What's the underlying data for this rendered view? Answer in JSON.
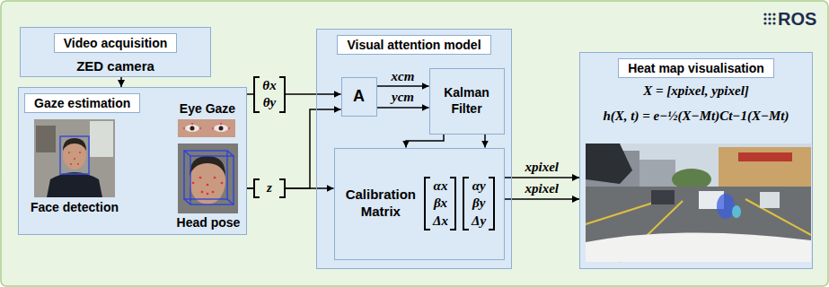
{
  "diagram": {
    "nodes": [
      {
        "text": [
          "Video acquisition",
          "ZED camera"
        ]
      },
      {
        "text": [
          "Gaze estimation"
        ]
      },
      {
        "text": [
          "Visual attention model"
        ]
      },
      {
        "text": [
          "A"
        ],
        "in": 2
      },
      {
        "text": [
          "Kalman Filter"
        ],
        "in": 2
      },
      {
        "text": [
          "Calibration Matrix",
          "αx βx Δx",
          "αy βy Δy"
        ],
        "in": 2
      },
      {
        "text": [
          "Heat map visualisation"
        ]
      }
    ],
    "edges": [
      {
        "from": 0,
        "to": 1,
        "arrow": "to"
      },
      {
        "from": 1,
        "to": 3,
        "arrow": "to",
        "label": "θx θy"
      },
      {
        "from": 1,
        "to": 5,
        "arrow": "to",
        "label": "z"
      },
      {
        "from": 1,
        "to": 3,
        "arrow": "to"
      },
      {
        "from": 3,
        "to": 4,
        "arrow": "to",
        "label": "xcm"
      },
      {
        "from": 3,
        "to": 4,
        "arrow": "to",
        "label": "ycm"
      },
      {
        "from": 4,
        "to": 5,
        "arrow": "to"
      },
      {
        "from": 4,
        "to": 5,
        "arrow": "to"
      },
      {
        "from": 5,
        "to": 6,
        "arrow": "to",
        "label": "xpixel"
      },
      {
        "from": 5,
        "to": 6,
        "arrow": "to",
        "label": "xpixel"
      }
    ],
    "labels": [
      "Eye Gaze",
      "Face detection",
      "Head pose",
      "X = [xpixel, ypixel]",
      "h(X, t) = e−½(X−Mt)Ct−1(X−Mt)",
      "ROS"
    ]
  }
}
